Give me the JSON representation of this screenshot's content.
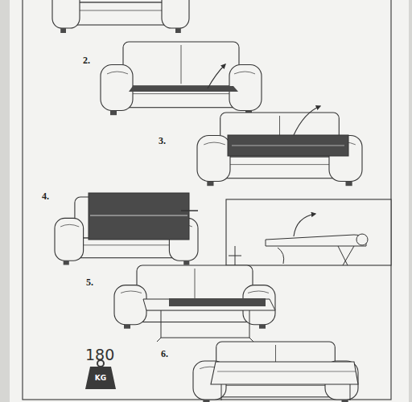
{
  "diagram": {
    "labels": [
      "2.",
      "3.",
      "4.",
      "5.",
      "6.",
      "180",
      "KG"
    ]
  }
}
